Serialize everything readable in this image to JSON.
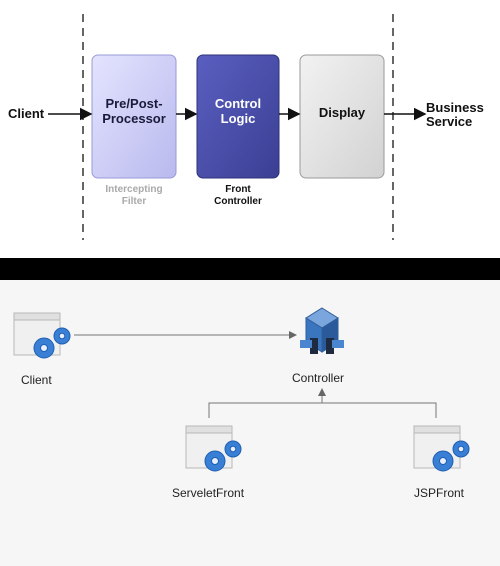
{
  "top": {
    "client_label": "Client",
    "box_preprocessor": "Pre/Post-\nProcessor",
    "box_control": "Control\nLogic",
    "box_display": "Display",
    "business_service": "Business\nService",
    "caption_intercepting": "Intercepting\nFilter",
    "caption_front": "Front\nController",
    "colors": {
      "preprocessor_fill": "#c9c9f5",
      "control_fill": "#4a4ea3",
      "display_fill": "#e3e3e3",
      "caption_gray": "#a9a9a9"
    }
  },
  "bottom": {
    "client_label": "Client",
    "controller_label": "Controller",
    "servlet_label": "ServeletFront",
    "jsp_label": "JSPFront",
    "colors": {
      "background": "#f6f6f6",
      "gear_blue": "#3a7fd6",
      "controller_blue": "#3a76c0"
    }
  },
  "icons": {
    "gear": "gear-icon",
    "window": "window-icon",
    "controller": "controller-icon"
  }
}
